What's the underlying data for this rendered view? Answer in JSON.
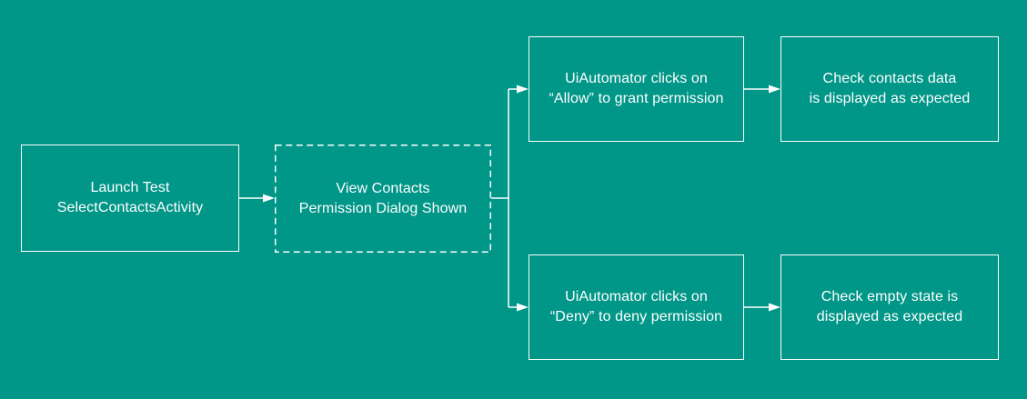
{
  "colors": {
    "bg": "#009688",
    "line": "#ffffff",
    "text": "#ffffff"
  },
  "nodes": {
    "launch": {
      "label": "Launch Test\nSelectContactsActivity",
      "border": "solid"
    },
    "dialog": {
      "label": "View Contacts\nPermission Dialog Shown",
      "border": "dashed"
    },
    "click_allow": {
      "label": "UiAutomator clicks on\n“Allow” to grant permission",
      "border": "solid"
    },
    "check_data": {
      "label": "Check contacts data\nis displayed as expected",
      "border": "solid"
    },
    "click_deny": {
      "label": "UiAutomator clicks on\n“Deny” to deny permission",
      "border": "solid"
    },
    "check_empty": {
      "label": "Check empty state is\ndisplayed as expected",
      "border": "solid"
    }
  }
}
